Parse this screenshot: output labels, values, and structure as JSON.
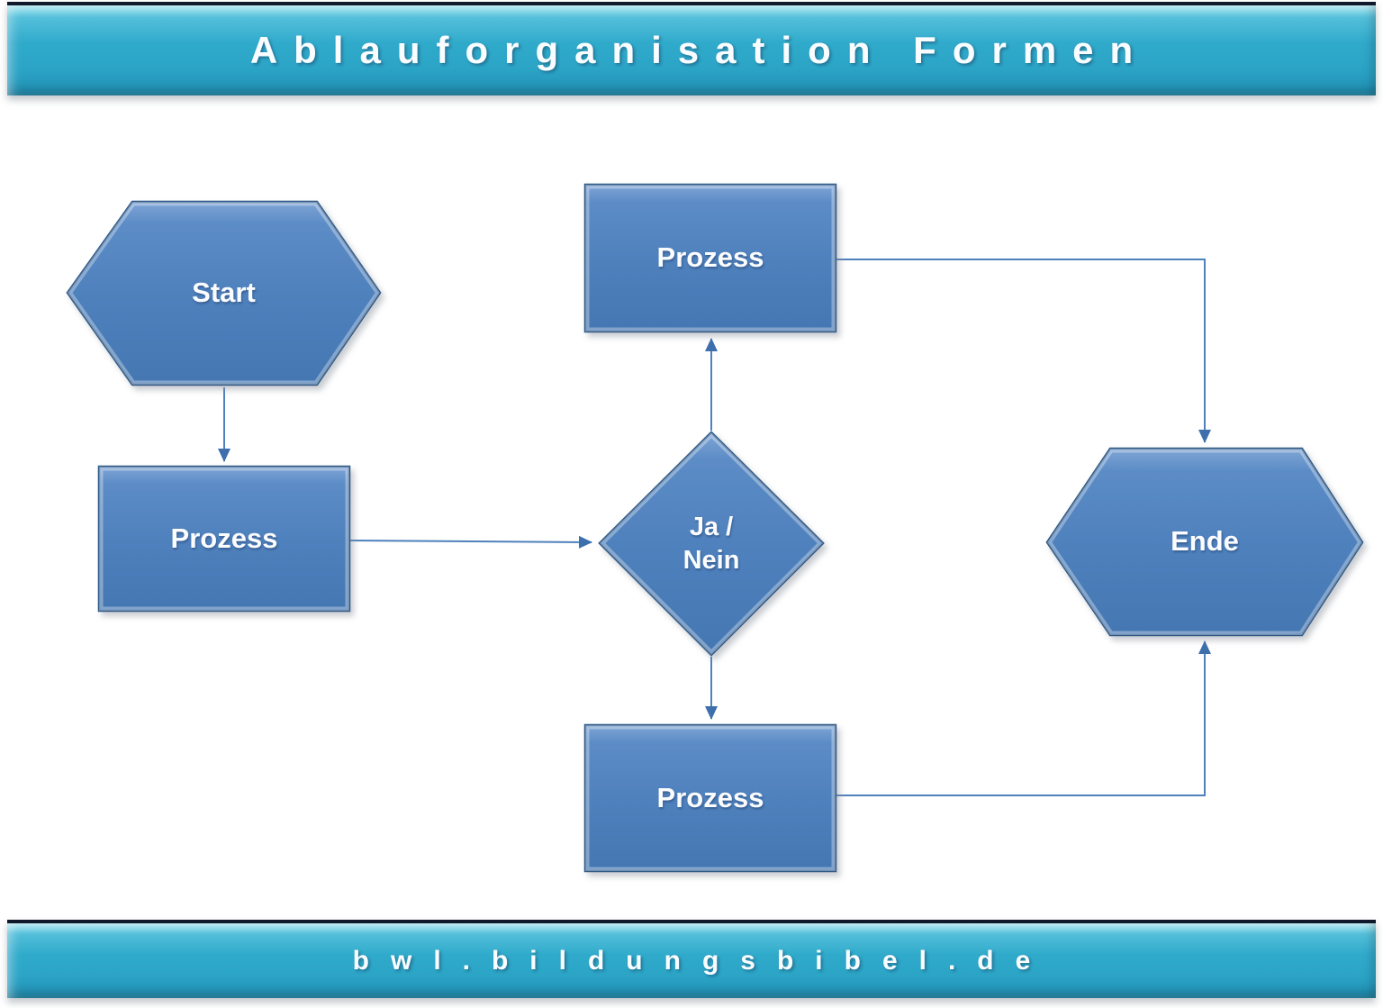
{
  "header": {
    "title": "Ablauforganisation Formen"
  },
  "footer": {
    "url": "bwl.bildungsbibel.de"
  },
  "colors": {
    "banner_cyan": "#2fa8c9",
    "banner_border_dark": "#10182b",
    "node_fill_blue": "#4f81bd",
    "node_border_blue": "#2d5886",
    "connector_blue": "#4f81bd",
    "label_white": "#fbfcfe"
  },
  "diagram": {
    "nodes": [
      {
        "id": "start",
        "type": "hexagon",
        "label": "Start"
      },
      {
        "id": "process-left",
        "type": "rectangle",
        "label": "Prozess"
      },
      {
        "id": "process-top",
        "type": "rectangle",
        "label": "Prozess"
      },
      {
        "id": "decision",
        "type": "diamond",
        "label": "Ja / Nein",
        "line1": "Ja /",
        "line2": "Nein"
      },
      {
        "id": "process-bottom",
        "type": "rectangle",
        "label": "Prozess"
      },
      {
        "id": "ende",
        "type": "hexagon",
        "label": "Ende"
      }
    ],
    "edges": [
      {
        "from": "start",
        "to": "process-left"
      },
      {
        "from": "process-left",
        "to": "decision"
      },
      {
        "from": "decision",
        "to": "process-top"
      },
      {
        "from": "decision",
        "to": "process-bottom"
      },
      {
        "from": "process-top",
        "to": "ende"
      },
      {
        "from": "process-bottom",
        "to": "ende"
      }
    ]
  }
}
